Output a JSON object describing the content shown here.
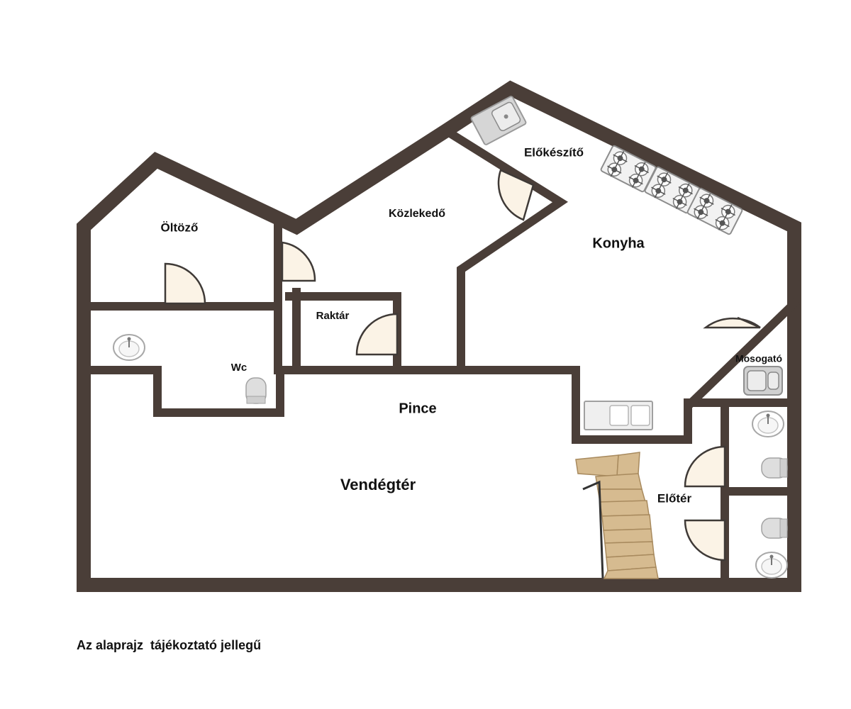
{
  "colors": {
    "wall": "#4a3e38",
    "door_fill": "#fbf3e6",
    "door_line": "#3f3a37",
    "fixture_fill": "#f4f4f4",
    "fixture_line": "#9a9a9a",
    "stair_wood": "#d6bb90",
    "stair_line": "#a88a5e"
  },
  "rooms": {
    "oltozo": "Öltöző",
    "kozlekedo": "Közlekedő",
    "elokeszito": "Előkészítő",
    "konyha": "Konyha",
    "raktar": "Raktár",
    "wc": "Wc",
    "mosogato": "Mosogató",
    "pince": "Pince",
    "vendegter": "Vendégtér",
    "eloter": "Előtér"
  },
  "note": "Az alaprajz  tájékoztató jellegű",
  "icons": {
    "sink": "kitchen-sink-icon",
    "stove": "gas-stove-icon",
    "washbasin": "washbasin-icon",
    "toilet": "toilet-icon",
    "stairs": "staircase-icon",
    "door": "door-swing-icon"
  }
}
